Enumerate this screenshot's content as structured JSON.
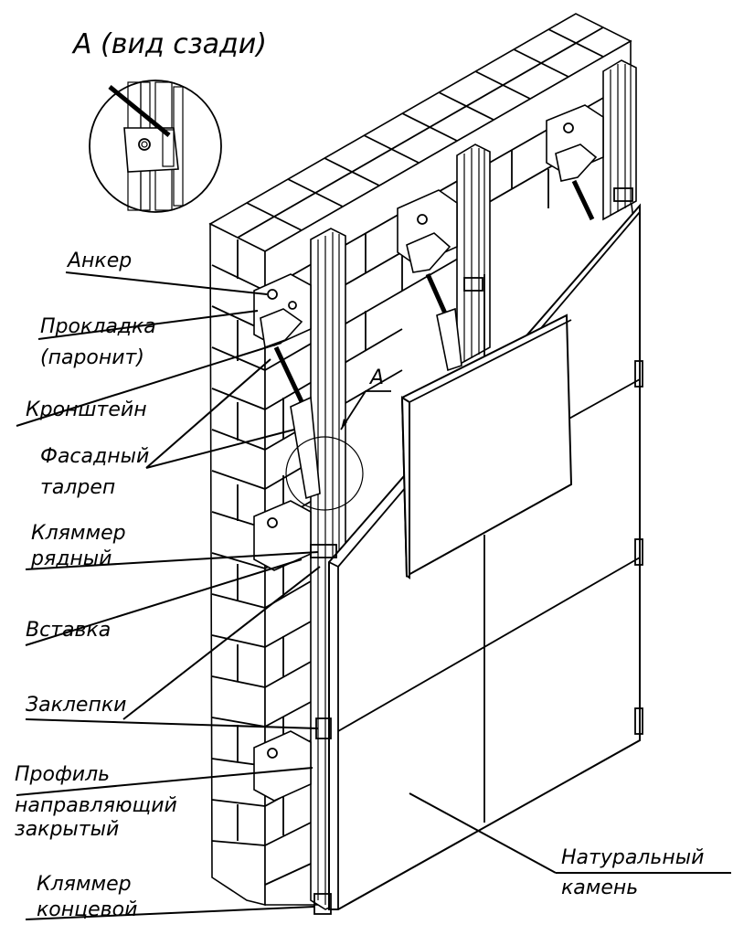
{
  "detail": {
    "title": "А (вид сзади)"
  },
  "callout": {
    "marker": "А"
  },
  "labels": {
    "anchor": "Анкер",
    "gasket_line1": "Прокладка",
    "gasket_line2": "(паронит)",
    "bracket": "Кронштейн",
    "turnbuckle_line1": "Фасадный",
    "turnbuckle_line2": "талреп",
    "row_clamp_line1": "Кляммер",
    "row_clamp_line2": "рядный",
    "insert": "Вставка",
    "rivets": "Заклепки",
    "profile_line1": "Профиль",
    "profile_line2": "направляющий",
    "profile_line3": "закрытый",
    "end_clamp_line1": "Кляммер",
    "end_clamp_line2": "концевой",
    "stone_line1": "Натуральный",
    "stone_line2": "камень"
  }
}
